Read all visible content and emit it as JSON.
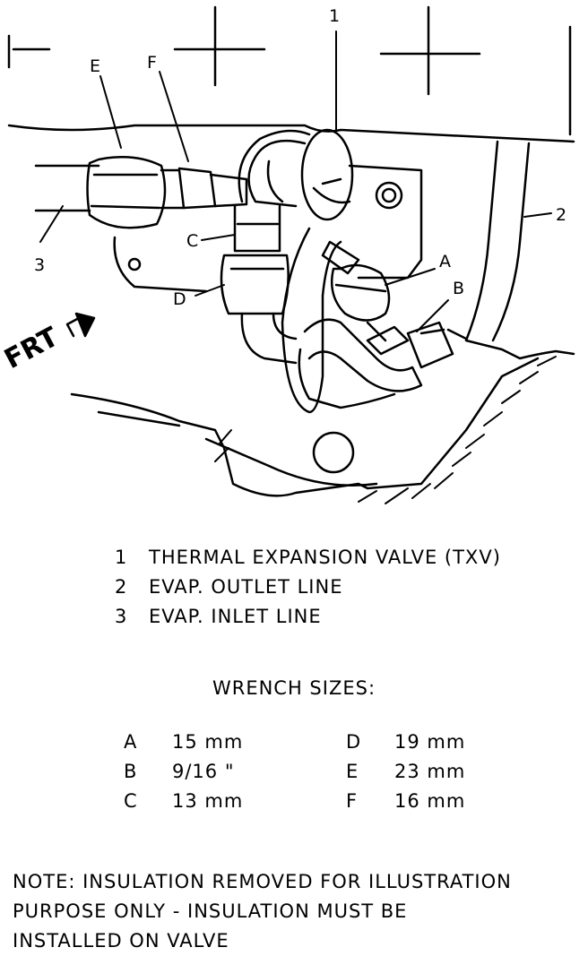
{
  "diagram": {
    "frt_label": "FRT",
    "callouts": {
      "one": "1",
      "two": "2",
      "three": "3",
      "a": "A",
      "b": "B",
      "c": "C",
      "d": "D",
      "e": "E",
      "f": "F"
    }
  },
  "legend": [
    {
      "num": "1",
      "text": "THERMAL EXPANSION VALVE (TXV)"
    },
    {
      "num": "2",
      "text": "EVAP. OUTLET LINE"
    },
    {
      "num": "3",
      "text": "EVAP. INLET LINE"
    }
  ],
  "wrench": {
    "title": "WRENCH SIZES:",
    "rows": [
      {
        "l1": "A",
        "v1": "15 mm",
        "l2": "D",
        "v2": "19 mm"
      },
      {
        "l1": "B",
        "v1": "9/16 \"",
        "l2": "E",
        "v2": "23 mm"
      },
      {
        "l1": "C",
        "v1": "13 mm",
        "l2": "F",
        "v2": "16 mm"
      }
    ]
  },
  "note": {
    "line1": "NOTE: INSULATION REMOVED FOR ILLUSTRATION",
    "line2": "PURPOSE ONLY - INSULATION MUST BE",
    "line3": "INSTALLED ON VALVE"
  }
}
